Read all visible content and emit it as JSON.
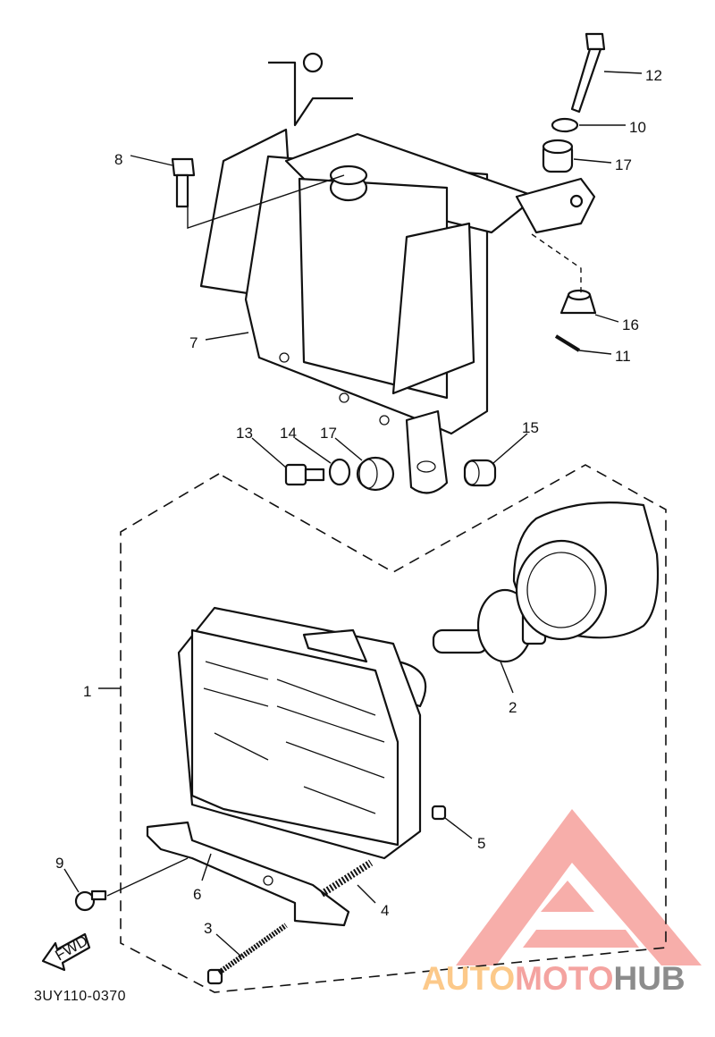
{
  "diagram_code": "3UY110-0370",
  "fwd_label": "FWD",
  "watermark": {
    "part1": "AUTO",
    "part2": "MOTO",
    "part3": "HUB",
    "colors": {
      "auto": "#fcc98a",
      "moto": "#f4a3a0",
      "hub": "#8c8c8c",
      "triangle": "#f6a09c"
    }
  },
  "callouts": {
    "c12": "12",
    "c10": "10",
    "c17a": "17",
    "c8": "8",
    "c16": "16",
    "c11": "11",
    "c7": "7",
    "c13": "13",
    "c14": "14",
    "c17b": "17",
    "c15": "15",
    "c1": "1",
    "c2": "2",
    "c5": "5",
    "c9": "9",
    "c6": "6",
    "c4": "4",
    "c3": "3"
  }
}
